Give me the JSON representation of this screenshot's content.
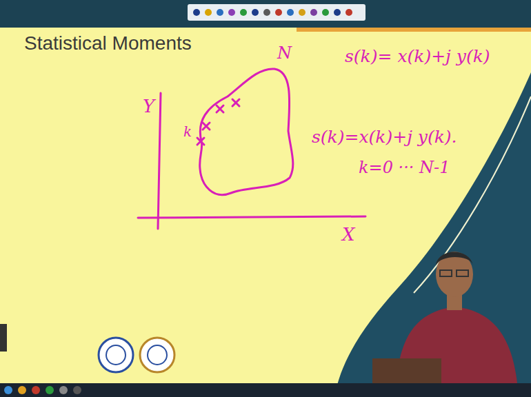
{
  "diagram": {
    "title": "Statistical Moments",
    "labels": [
      "Y",
      "X",
      "k",
      "N",
      "s(k)= x(k)+j y(k)",
      "s(k)=x(k)+j y(k).",
      "k=0 ··· N-1"
    ]
  }
}
